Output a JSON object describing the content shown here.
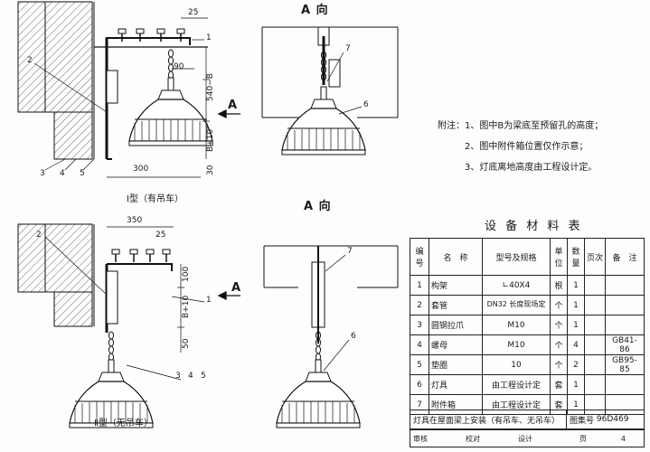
{
  "view_a_label_top": "A 向",
  "view_a_label_bottom": "A 向",
  "arrow_a_top": "A",
  "arrow_a_bottom": "A",
  "type1_caption": "Ⅰ型（有吊车）",
  "type2_caption": "Ⅱ型（无吊车）",
  "dimensions_top": {
    "d25": "25",
    "d90": "90",
    "d540b": "540−B",
    "db10": "B+10",
    "d300": "300",
    "d30": "30"
  },
  "dimensions_bottom": {
    "d350": "350",
    "d25": "25",
    "d100": "100",
    "db10": "B+10",
    "d50": "50"
  },
  "callouts_top": [
    "2",
    "3",
    "4",
    "5",
    "1",
    "7",
    "6"
  ],
  "callouts_bottom": [
    "2",
    "1",
    "3",
    "4",
    "5",
    "7",
    "6"
  ],
  "notes": {
    "prefix": "附注：",
    "items": [
      "1、图中B为梁底至预留孔的高度；",
      "2、图中附件箱位置仅作示意；",
      "3、灯底离地高度由工程设计定。"
    ]
  },
  "table": {
    "title": "设 备 材 料 表",
    "headers": [
      "编号",
      "名　称",
      "型号及规格",
      "单位",
      "数量",
      "页次",
      "备　注"
    ],
    "rows": [
      {
        "no": "1",
        "name": "构架",
        "spec": "∟40X4",
        "unit": "根",
        "qty": "1",
        "page": "",
        "note": ""
      },
      {
        "no": "2",
        "name": "套管",
        "spec": "DN32 长度现场定",
        "unit": "个",
        "qty": "1",
        "page": "",
        "note": ""
      },
      {
        "no": "3",
        "name": "圆钢拉爪",
        "spec": "M10",
        "unit": "个",
        "qty": "1",
        "page": "",
        "note": ""
      },
      {
        "no": "4",
        "name": "螺母",
        "spec": "M10",
        "unit": "个",
        "qty": "4",
        "page": "",
        "note": "GB41-86"
      },
      {
        "no": "5",
        "name": "垫圈",
        "spec": "10",
        "unit": "个",
        "qty": "2",
        "page": "",
        "note": "GB95-85"
      },
      {
        "no": "6",
        "name": "灯具",
        "spec": "由工程设计定",
        "unit": "套",
        "qty": "1",
        "page": "",
        "note": ""
      },
      {
        "no": "7",
        "name": "附件箱",
        "spec": "由工程设计定",
        "unit": "套",
        "qty": "1",
        "page": "",
        "note": ""
      }
    ]
  },
  "title_block": {
    "title": "灯具在屋面梁上安装（有吊车、无吊车）",
    "fig_label": "图集号",
    "fig_no": "96D469",
    "sign": [
      "审核",
      "校对",
      "设计",
      "页"
    ],
    "page": "4"
  }
}
